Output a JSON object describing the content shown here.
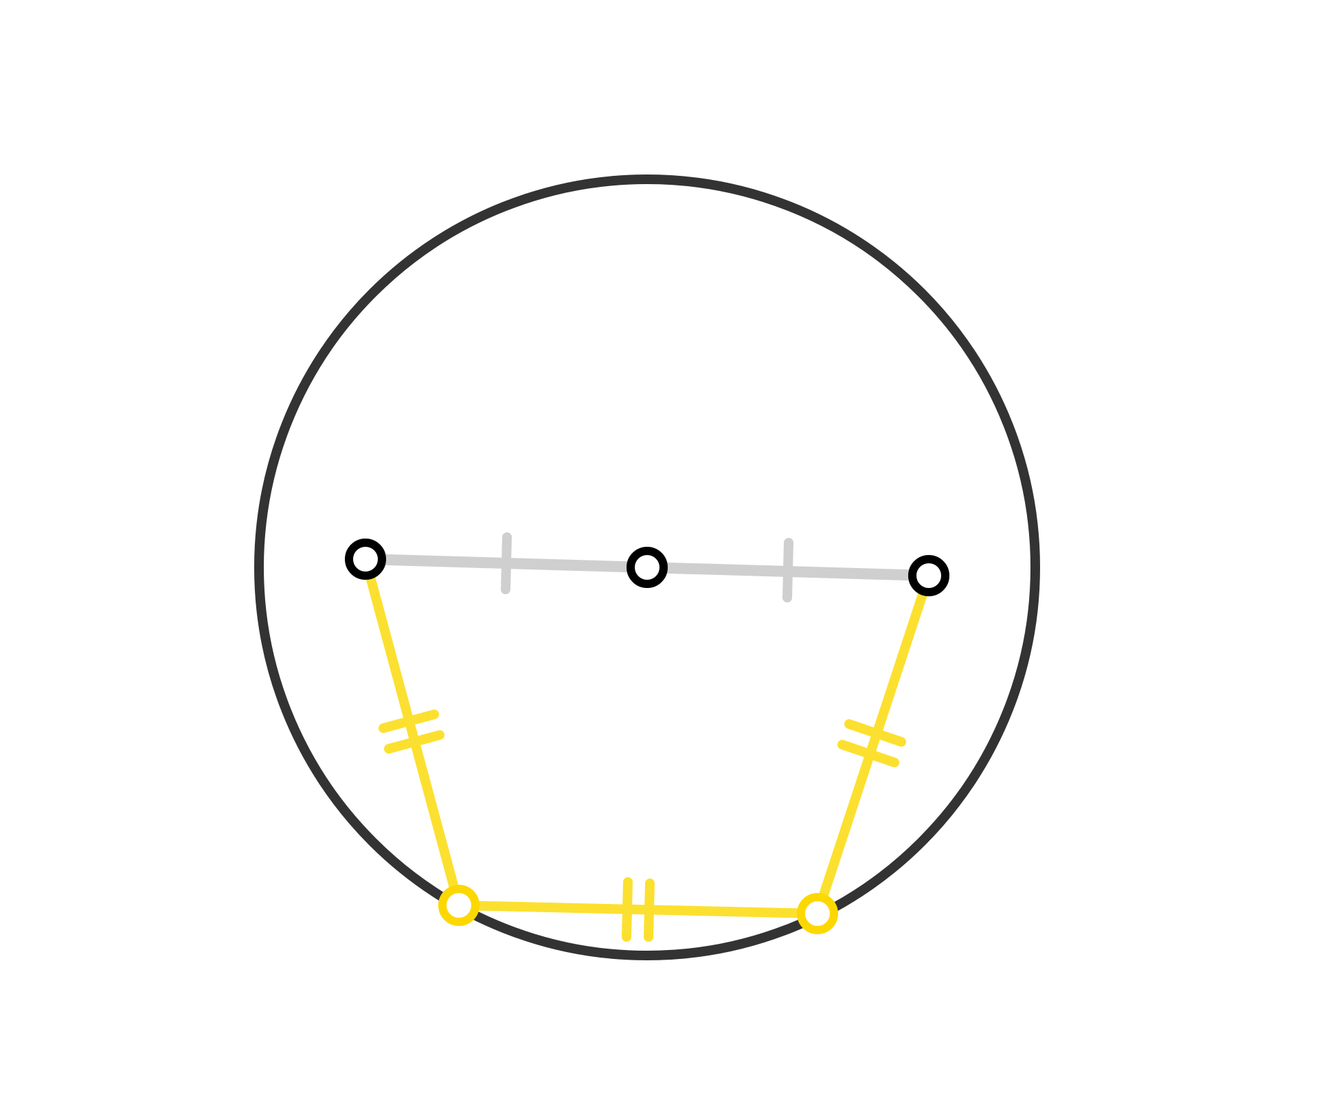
{
  "colors": {
    "background": "#ffffff",
    "circle_stroke": "#333333",
    "diameter_stroke": "#cfcfcf",
    "chord_stroke": "#fce030",
    "chord_point_stroke": "#fcd800",
    "point_stroke": "#000000",
    "point_fill": "#ffffff"
  },
  "figure": {
    "description_elements": [
      "circle",
      "diameter-segment",
      "chord-left",
      "chord-bottom",
      "chord-right",
      "tick-marks",
      "points"
    ]
  }
}
